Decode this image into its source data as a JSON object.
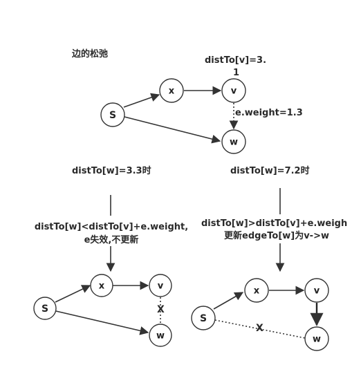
{
  "title": "边的松弛",
  "top": {
    "dist_v_line1": "distTo[v]=3.",
    "dist_v_line2": "1",
    "edge_weight": "e.weight=1.3",
    "nodes": {
      "s": "S",
      "x": "x",
      "v": "v",
      "w": "w"
    }
  },
  "left_case": {
    "heading": "distTo[w]=3.3时",
    "condition_line1": "distTo[w]<distTo[v]+e.weight,",
    "condition_line2": "e失效,不更新",
    "cross_mark": "X",
    "nodes": {
      "s": "S",
      "x": "x",
      "v": "v",
      "w": "w"
    }
  },
  "right_case": {
    "heading": "distTo[w]=7.2时",
    "condition_line1": "distTo[w]>distTo[v]+e.weigh",
    "condition_line2": "更新edgeTo[w]为v->w",
    "cross_mark": "X",
    "nodes": {
      "s": "S",
      "x": "x",
      "v": "v",
      "w": "w"
    }
  },
  "colors": {
    "stroke": "#333333",
    "text": "#2a2a2a",
    "background": "#ffffff"
  }
}
